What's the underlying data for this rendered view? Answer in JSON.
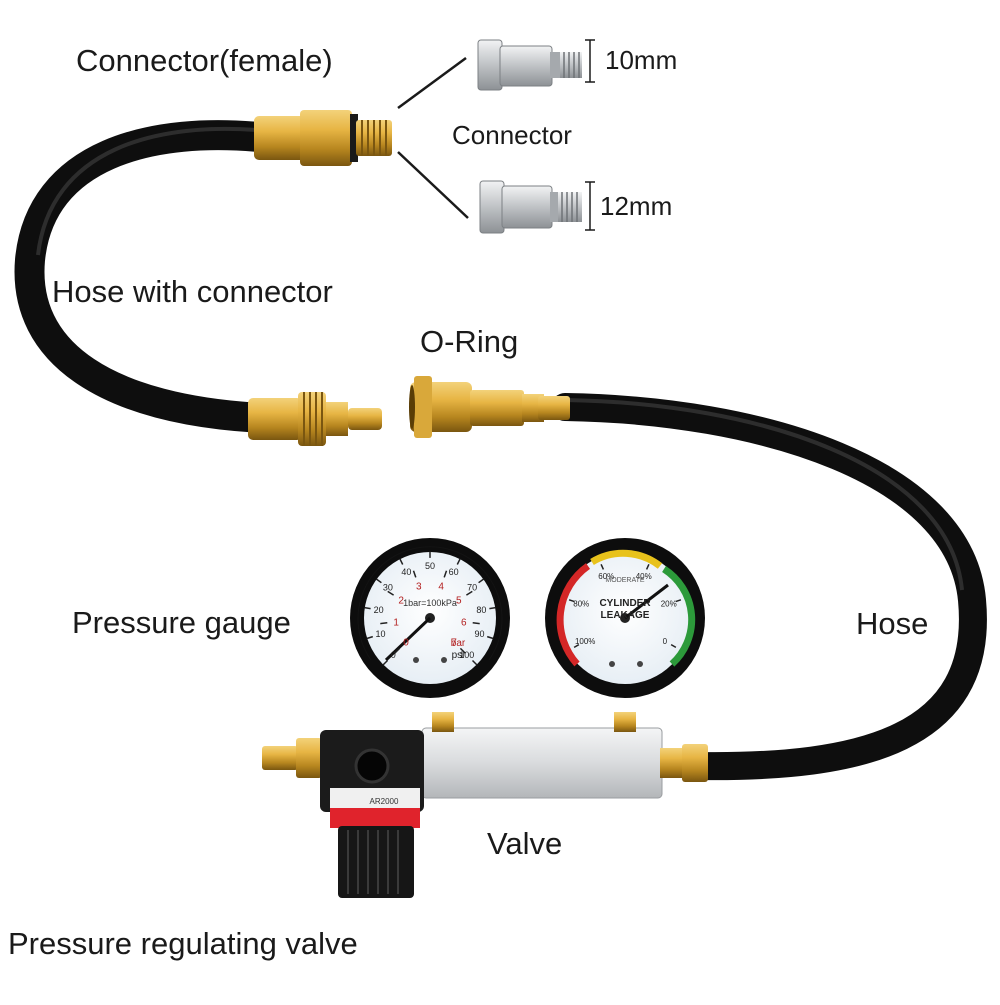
{
  "labels": {
    "connector_female": "Connector(female)",
    "size_10": "10mm",
    "connector": "Connector",
    "size_12": "12mm",
    "hose_with_connector": "Hose with connector",
    "o_ring": "O-Ring",
    "pressure_gauge": "Pressure gauge",
    "hose": "Hose",
    "valve": "Valve",
    "pressure_regulating_valve": "Pressure regulating valve"
  },
  "gauge_left": {
    "outer_ticks": [
      "0",
      "10",
      "20",
      "30",
      "40",
      "50",
      "60",
      "70",
      "80",
      "90",
      "100"
    ],
    "inner_ticks": [
      "0",
      "1",
      "2",
      "3",
      "4",
      "5",
      "6",
      "7"
    ],
    "units_bar": "bar",
    "units_psi": "psi",
    "caption": "1bar=100kPa"
  },
  "gauge_right": {
    "title_1": "CYLINDER",
    "title_2": "LEAKAGE",
    "zone_label": "MODERATE",
    "ticks": [
      "100%",
      "80%",
      "60%",
      "40%",
      "20%",
      "0"
    ]
  },
  "regulator": {
    "model": "AR2000"
  },
  "colors": {
    "hose": "#151515",
    "brass": "#c99a2e",
    "steel": "#b9bcbf",
    "gauge_face": "#f7f9fb",
    "red_zone": "#d42727",
    "yellow_zone": "#e8c21b",
    "green_zone": "#2c9a3a",
    "regulator_red": "#e0232c"
  }
}
